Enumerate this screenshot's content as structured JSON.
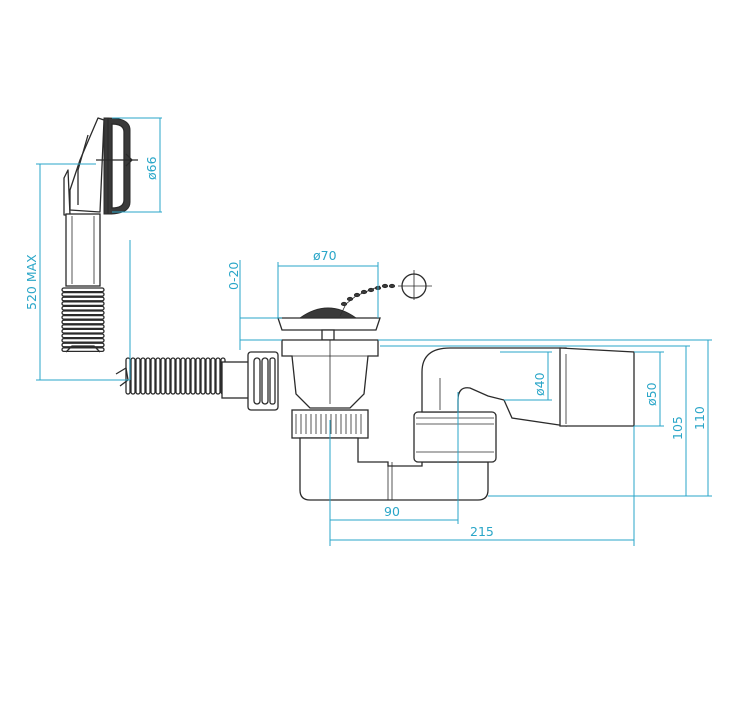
{
  "colors": {
    "dimension_line": "#2aa6c8",
    "part_outline": "#2b2b2b"
  },
  "dimensions": {
    "overflow_diameter": "ø66",
    "max_length": "520 MAX",
    "adjustment_range": "0-20",
    "waste_diameter": "ø70",
    "inlet_diameter": "ø40",
    "outlet_diameter": "ø50",
    "width_90": "90",
    "width_215": "215",
    "height_105": "105",
    "height_110": "110"
  }
}
